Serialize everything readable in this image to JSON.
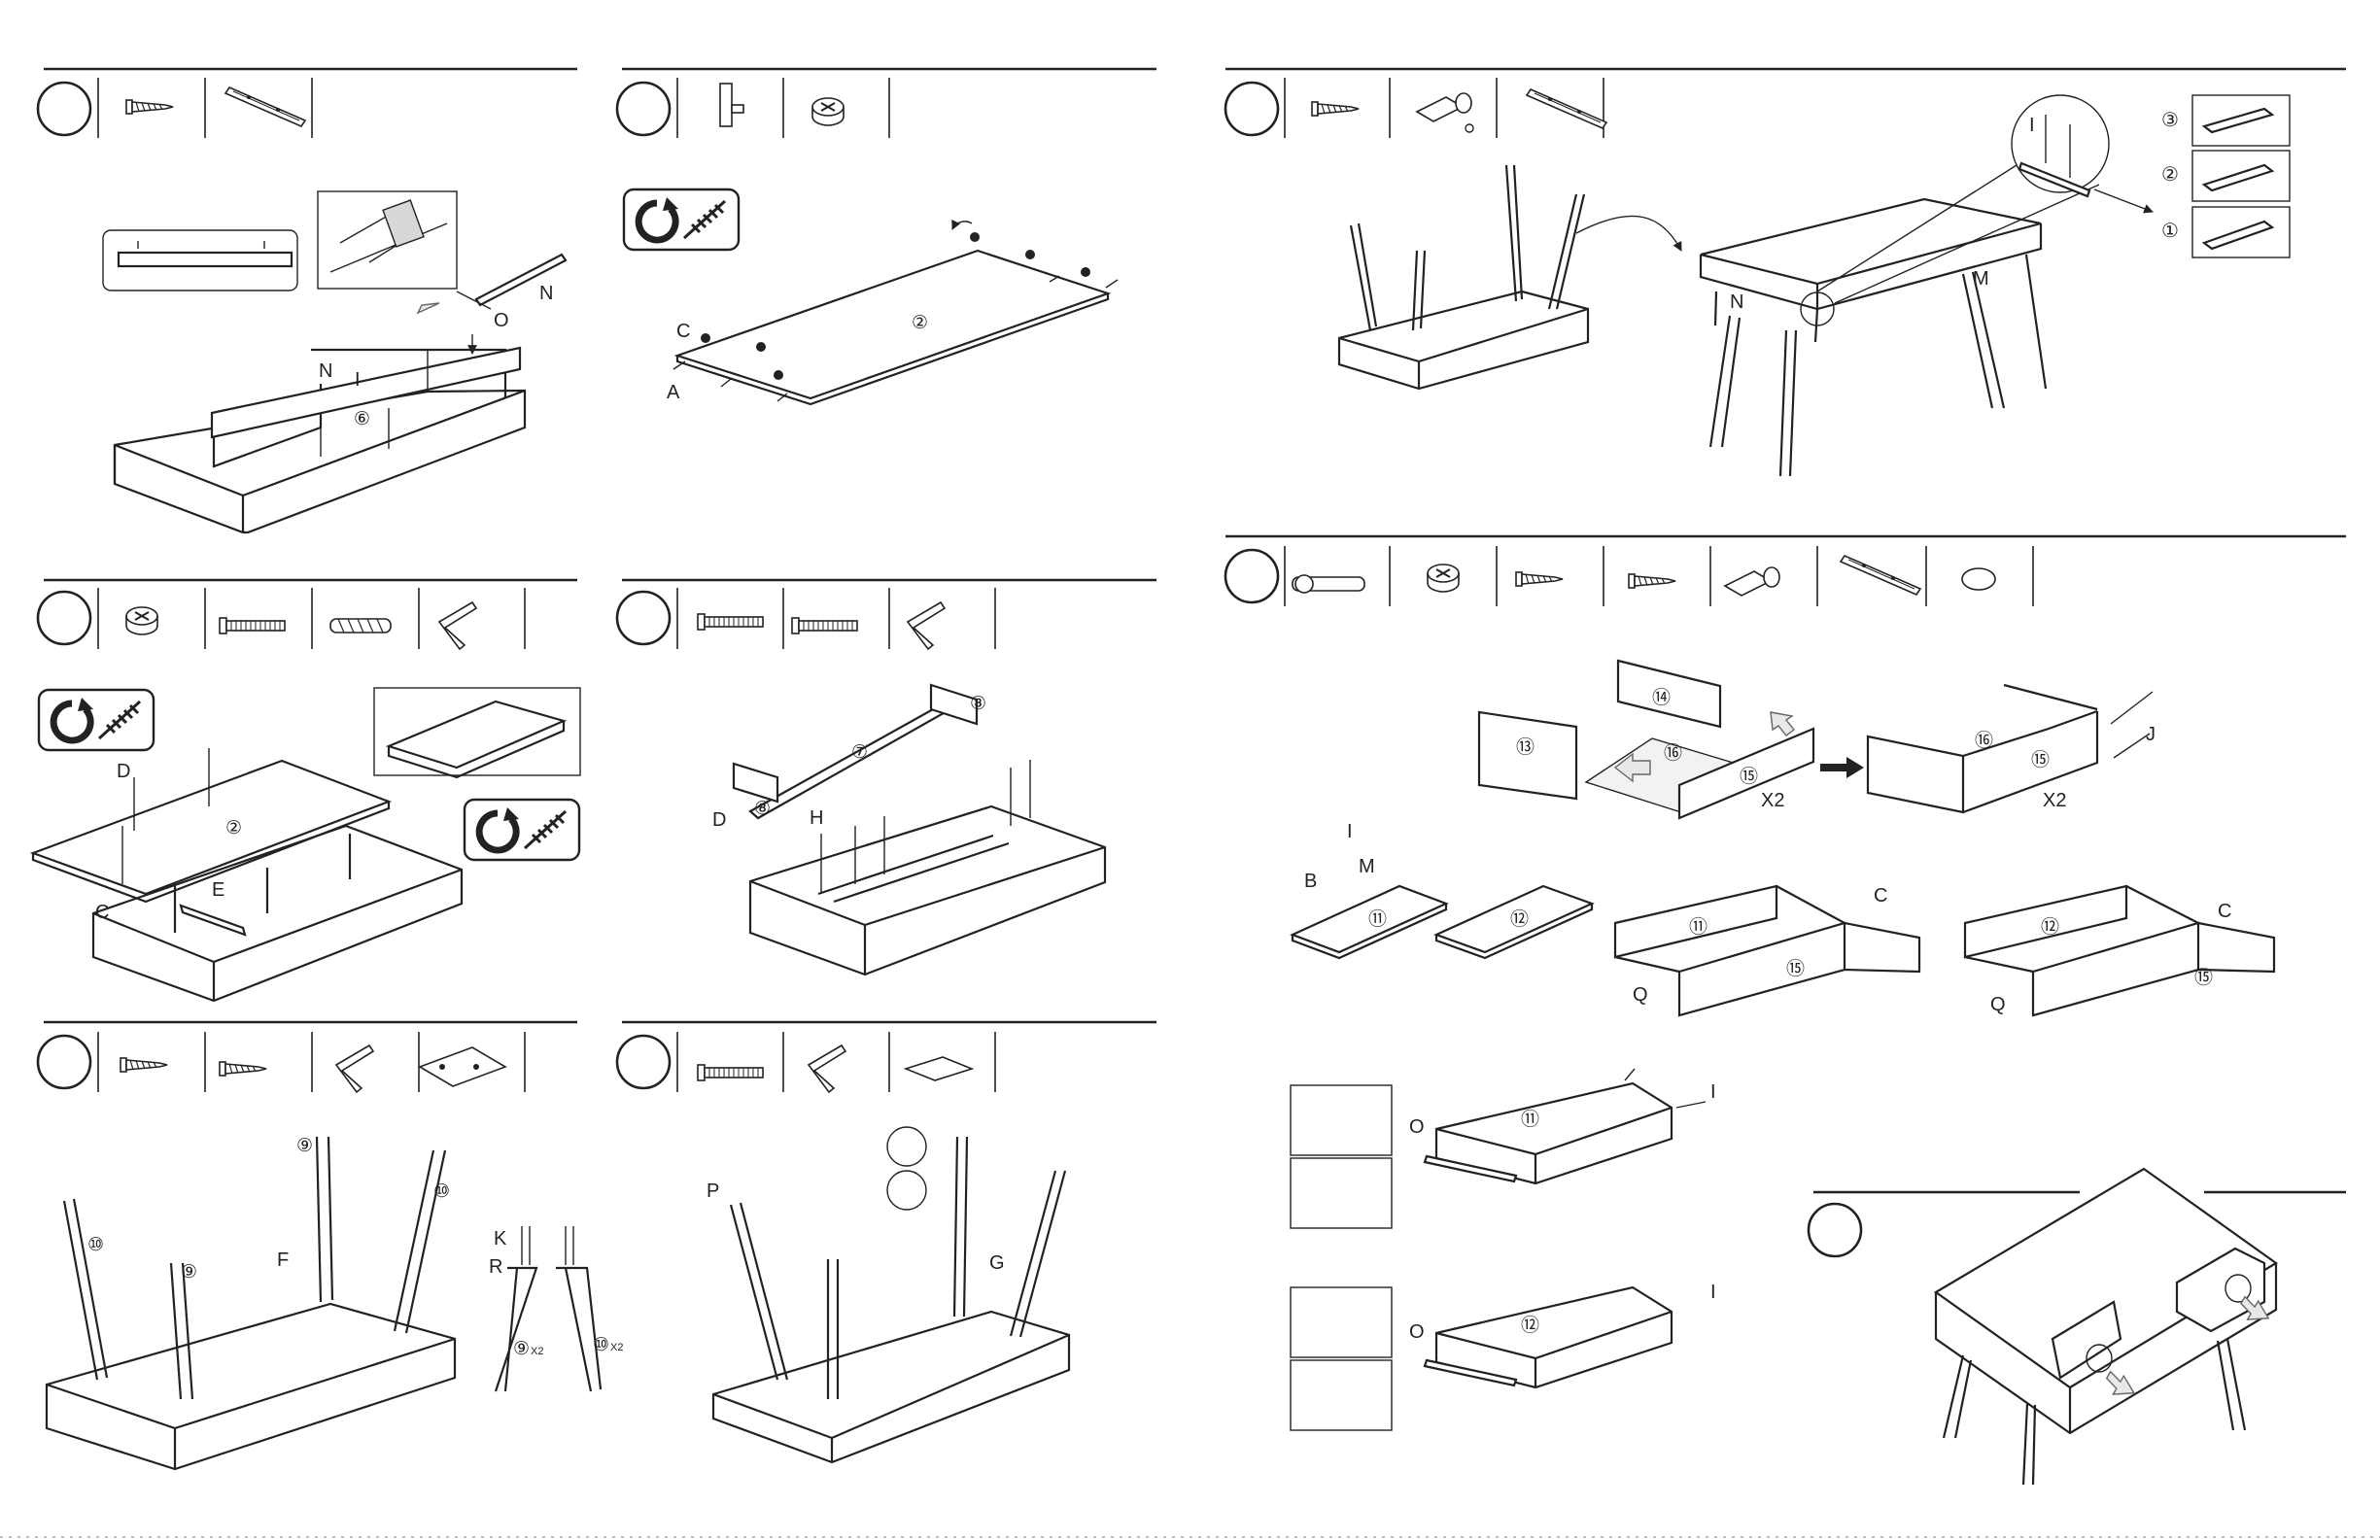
{
  "labels": {
    "A": "A",
    "B": "B",
    "C": "C",
    "D": "D",
    "E": "E",
    "F": "F",
    "G": "G",
    "H": "H",
    "I": "I",
    "J": "J",
    "K": "K",
    "M": "M",
    "N": "N",
    "O": "O",
    "P": "P",
    "Q": "Q",
    "R": "R"
  },
  "parts": {
    "p2": "②",
    "p6": "⑥",
    "p7": "⑦",
    "p8": "⑧",
    "p9": "⑨",
    "p10": "⑩",
    "p11": "⑪",
    "p12": "⑫",
    "p13": "⑬",
    "p14": "⑭",
    "p15": "⑮",
    "p16": "⑯"
  },
  "multipliers": {
    "x2": "X2",
    "x2_small": "X2"
  },
  "substeps": {
    "s1": "①",
    "s2": "②",
    "s3": "③"
  },
  "icons": {
    "screw": "screw-icon",
    "cam_lock": "cam-lock-icon",
    "bolt": "bolt-icon",
    "dowel": "dowel-icon",
    "allen_key": "allen-key-icon",
    "drawer_slide": "drawer-slide-icon",
    "bracket": "mounting-plate-icon",
    "hinge_damper": "damper-icon",
    "rotate": "rotate-drill-icon",
    "felt_pad": "felt-pad-icon"
  }
}
